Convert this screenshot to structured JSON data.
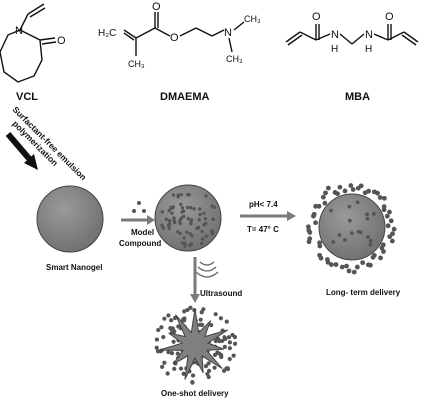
{
  "molecules": {
    "vcl": {
      "name": "VCL",
      "atom_n": "N",
      "atom_o": "O"
    },
    "dmaema": {
      "name": "DMAEMA",
      "atom_o_double": "O",
      "atom_o_ester": "O",
      "atom_n": "N",
      "h2c": "H₂C",
      "ch3_a": "CH₃",
      "ch3_b": "CH₃",
      "ch3_c": "CH₃"
    },
    "mba": {
      "name": "MBA",
      "atom_o_left": "O",
      "atom_o_right": "O",
      "atom_n_left": "N",
      "atom_n_right": "N",
      "h_left": "H",
      "h_right": "H"
    }
  },
  "process": {
    "synthesis_line1": "Surfactant-free emulsion",
    "synthesis_line2": "polymerization",
    "nanogel_label": "Smart Nanogel",
    "model_label_line1": "Model",
    "model_label_line2": "Compound",
    "condition_ph": "pH< 7.4",
    "condition_temp": "T= 47° C",
    "ultrasound_label": "Ultrasound",
    "long_term_label": "Long- term delivery",
    "one_shot_label": "One-shot delivery"
  },
  "colors": {
    "nanogel_fill": "#8a8a8a",
    "dot_fill": "#555555",
    "arrow_fill": "#7a7a7a"
  }
}
